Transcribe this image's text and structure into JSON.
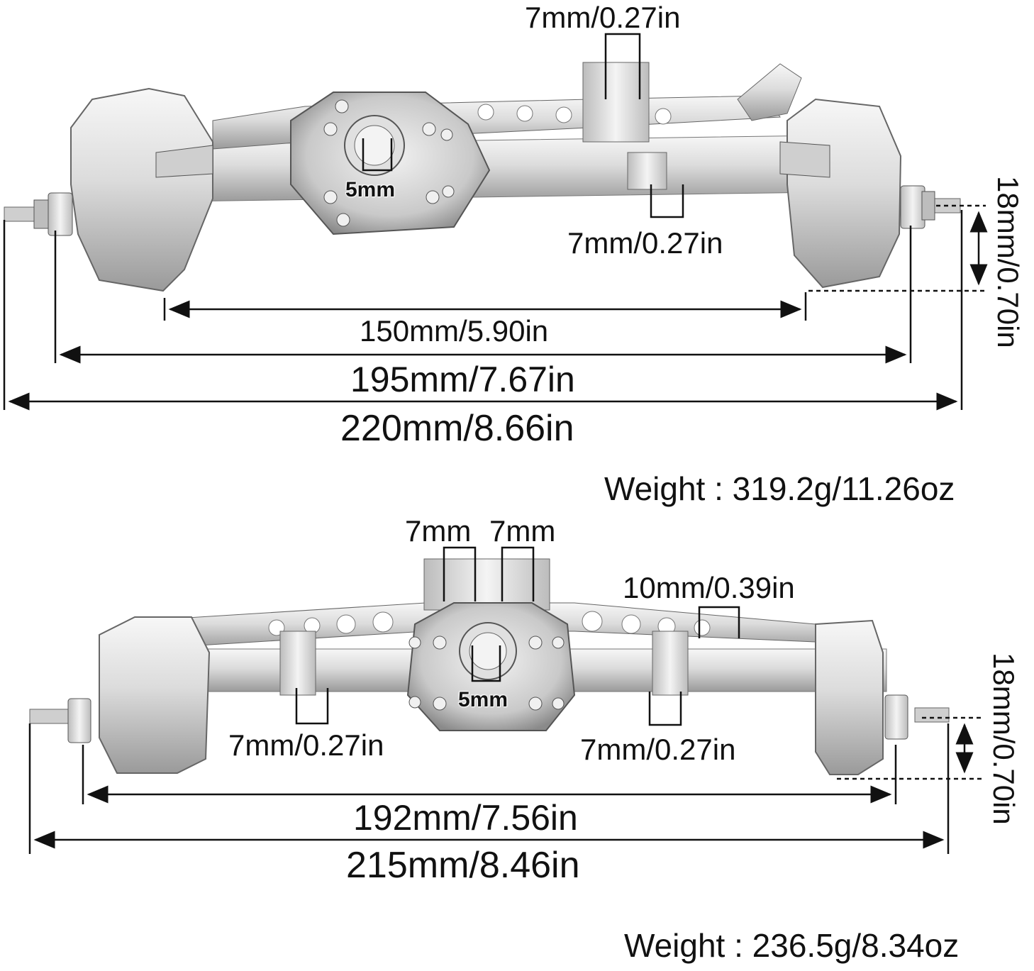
{
  "front_axle": {
    "top_mount_label": "7mm/0.27in",
    "pinion_label": "5mm",
    "lower_mount_label": "7mm/0.27in",
    "height_label": "18mm/0.70in",
    "inner_width_label": "150mm/5.90in",
    "hex_width_label": "195mm/7.67in",
    "overall_width_label": "220mm/8.66in",
    "weight_label": "Weight : 319.2g/11.26oz"
  },
  "rear_axle": {
    "top_mount_left_label": "7mm",
    "top_mount_right_label": "7mm",
    "link_mount_label": "10mm/0.39in",
    "pinion_label": "5mm",
    "lower_mount_left_label": "7mm/0.27in",
    "lower_mount_right_label": "7mm/0.27in",
    "height_label": "18mm/0.70in",
    "hex_width_label": "192mm/7.56in",
    "overall_width_label": "215mm/8.46in",
    "weight_label": "Weight : 236.5g/8.34oz"
  },
  "colors": {
    "metal_light": "#eeeeee",
    "metal_mid": "#bdbdbd",
    "metal_dark": "#7a7a7a",
    "line": "#111111",
    "background": "#ffffff"
  }
}
